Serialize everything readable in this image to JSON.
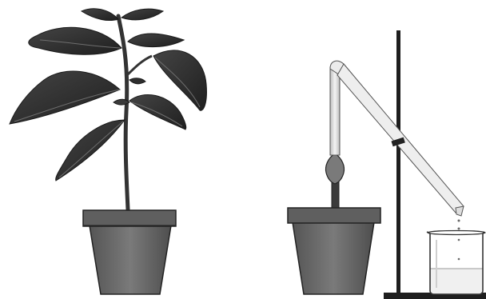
{
  "scene": {
    "left_panel": {
      "subject": "potted-plant-with-leaves",
      "leaf_count": 10
    },
    "right_panel": {
      "subject": "cut-stem-with-tube-and-beaker",
      "parts": [
        "flowerpot",
        "cut-stem",
        "rubber-connector",
        "bent-glass-tube",
        "ring-stand",
        "clamp",
        "beaker-with-liquid",
        "falling-drops"
      ]
    },
    "colors": {
      "ink": "#222222",
      "leaf_dark": "#2e2e2e",
      "leaf_light": "#6e6e6e",
      "pot_body": "#6a6a6a",
      "pot_rim": "#5a5a5a",
      "glass": "#e6e6e6",
      "liquid": "#f0f0f0",
      "background": "#ffffff"
    }
  }
}
